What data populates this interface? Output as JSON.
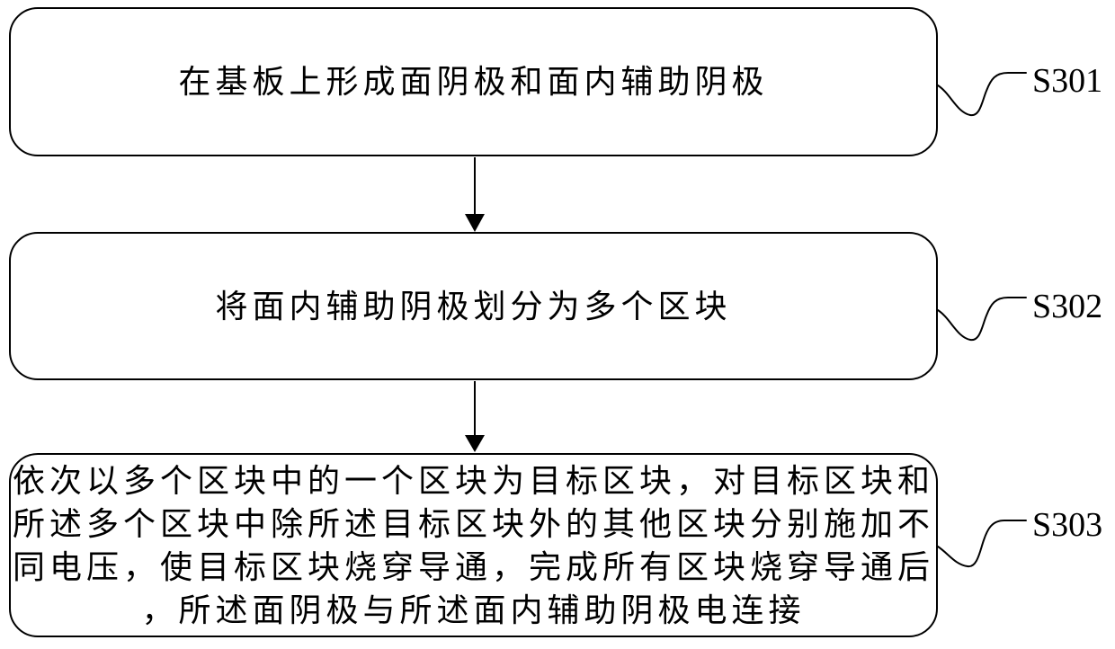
{
  "figure": {
    "type": "flowchart",
    "background_color": "#ffffff",
    "stroke_color": "#000000",
    "steps": [
      {
        "label": "S301",
        "lines": [
          "在基板上形成面阴极和面内辅助阴极"
        ]
      },
      {
        "label": "S302",
        "lines": [
          "将面内辅助阴极划分为多个区块"
        ]
      },
      {
        "label": "S303",
        "lines": [
          "依次以多个区块中的一个区块为目标区块，对目标区块和",
          "所述多个区块中除所述目标区块外的其他区块分别施加不",
          "同电压，使目标区块烧穿导通，完成所有区块烧穿导通后",
          "，所述面阴极与所述面内辅助阴极电连接"
        ]
      }
    ]
  }
}
